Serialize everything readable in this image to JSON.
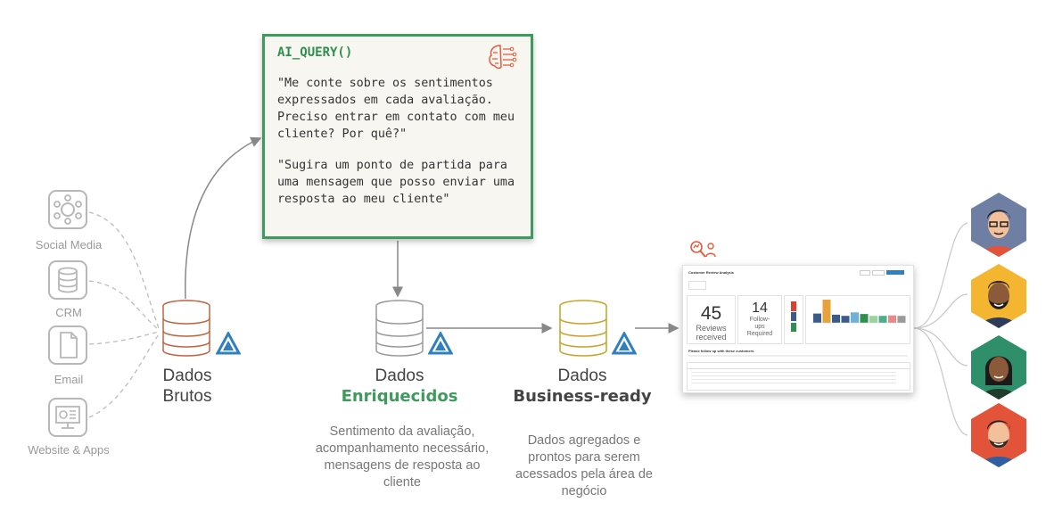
{
  "prompt": {
    "title": "AI_QUERY()",
    "paragraph1": "\"Me conte sobre os sentimentos expressados em cada avaliação. Preciso entrar em contato com meu cliente? Por quê?\"",
    "paragraph2": "\"Sugira um ponto de partida para uma mensagem que posso enviar uma resposta ao meu cliente\"",
    "icon": "brain-circuit-icon"
  },
  "sources": [
    {
      "label": "Social Media",
      "icon": "social-network-icon"
    },
    {
      "label": "CRM",
      "icon": "database-icon"
    },
    {
      "label": "Email",
      "icon": "document-icon"
    },
    {
      "label": "Website & Apps",
      "icon": "monitor-chart-icon"
    }
  ],
  "stages": {
    "raw": {
      "line1": "Dados",
      "line2": "Brutos",
      "color": "#c0633f"
    },
    "enriched": {
      "line1": "Dados",
      "line2": "Enriquecidos",
      "color": "#3f9a5d",
      "description": "Sentimento da avaliação, acompanhamento necessário, mensagens de resposta ao cliente"
    },
    "business": {
      "line1": "Dados",
      "line2": "Business-ready",
      "color": "#c9a227",
      "description": "Dados agregados e prontos para serem acessados pela área de negócio"
    }
  },
  "dashboard": {
    "title": "Customer Review Analysis",
    "card1": {
      "value": "45",
      "line1": "Reviews",
      "line2": "received"
    },
    "card2": {
      "value": "14",
      "line1": "Follow-",
      "line2": "ups",
      "line3": "Required"
    },
    "table_heading": "Please follow up with these customers",
    "bar_values": [
      0.4,
      1.0,
      0.35,
      0.3,
      0.45,
      0.38,
      0.3,
      0.3,
      0.32,
      0.3
    ],
    "bar_colors": [
      "#3b5b8c",
      "#e8a23a",
      "#3b5b8c",
      "#3b5b8c",
      "#6fb0d8",
      "#2f8f4e",
      "#9bd39a",
      "#4caf8a",
      "#e88a8a",
      "#9a9a9a"
    ]
  },
  "icons": {
    "platform": "delta-lake-icon",
    "analyst": "search-analytics-icon"
  },
  "customers": [
    "avatar-man-glasses",
    "avatar-man-beard",
    "avatar-woman",
    "avatar-man-red"
  ],
  "colors": {
    "green": "#3f9a5d",
    "orange": "#e65a3b",
    "blue": "#2f7fc1"
  }
}
